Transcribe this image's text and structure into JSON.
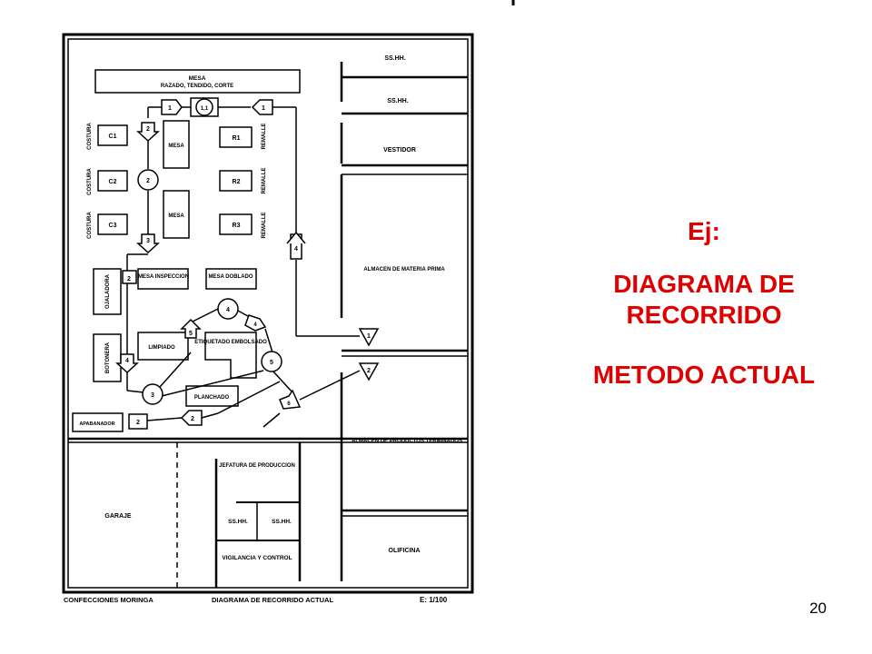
{
  "side_panel": {
    "example_label": "Ej:",
    "title": "DIAGRAMA DE RECORRIDO",
    "subtitle": "METODO ACTUAL"
  },
  "page_number": "20",
  "plan": {
    "rooms": {
      "mesa_top": "MESA",
      "mesa_top_sub": "RAZADO, TENDIDO, CORTE",
      "ss_hh_1": "SS.HH.",
      "ss_hh_2": "SS.HH.",
      "vestidor": "VESTIDOR",
      "almacen_materia": "ALMACEN DE MATERIA PRIMA",
      "almacen_productos": "ALMACEN DE PRODUCTOS TERMINADOS",
      "oficina": "OLIFICINA",
      "jefatura": "JEFATURA DE PRODUCCION",
      "ss_hh_3": "SS.HH.",
      "ss_hh_4": "SS.HH.",
      "vigilancia": "VIGILANCIA Y CONTROL",
      "garaje": "GARAJE",
      "mesa_inspeccion": "MESA INSPECCION",
      "mesa_doblado": "MESA DOBLADO",
      "limpiado": "LIMPIADO",
      "etiquetado": "ETIQUETADO EMBOLSADO",
      "planchado": "PLANCHADO",
      "apabanador": "APABANADOR",
      "mesa_mid_1": "MESA",
      "mesa_mid_2": "MESA"
    },
    "machines": {
      "c1": "C1",
      "c2": "C2",
      "c3": "C3",
      "r1": "R1",
      "r2": "R2",
      "r3": "R3"
    },
    "vertical_labels": {
      "costura_1": "COSTURA",
      "costura_2": "COSTURA",
      "costura_3": "COSTURA",
      "remalle_1": "REMALLE",
      "remalle_2": "REMALLE",
      "remalle_3": "REMALLE",
      "ojalado": "OJALADORA",
      "botonera": "BOTONERA"
    },
    "symbols": {
      "op_1": "1",
      "op_combined": "1,1",
      "arrow_1": "1",
      "arrow_2": "2",
      "circle_2": "2",
      "arrow_3": "3",
      "box_2": "2",
      "arrow_4_left": "4",
      "circle_3": "3",
      "circle_4": "4",
      "arrow_5": "5",
      "arrow_4_right": "4",
      "circle_5": "5",
      "arrow_6": "6",
      "arrow_4_up": "4",
      "tri_1": "1",
      "tri_2": "2",
      "box_2_bottom": "2",
      "arrow_2_bottom": "2"
    },
    "footer": {
      "company": "CONFECCIONES MORINGA",
      "diagram": "DIAGRAMA DE RECORRIDO ACTUAL",
      "scale": "E: 1/100"
    }
  }
}
